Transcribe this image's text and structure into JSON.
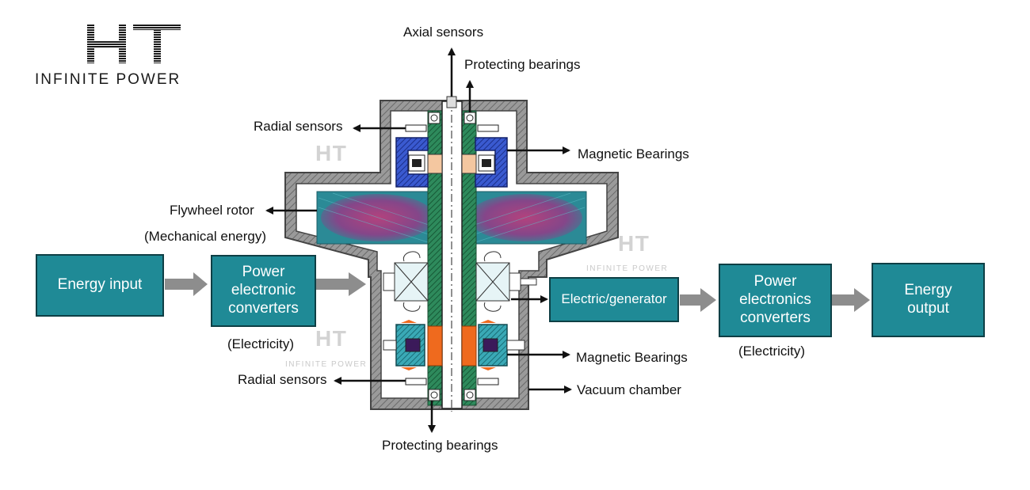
{
  "brand": {
    "logo_letters": "HT",
    "tagline": "INFINITE POWER"
  },
  "watermark": {
    "letters": "HT",
    "tagline": "INFINITE POWER"
  },
  "blocks": {
    "energy_input": "Energy input",
    "power_converters_in": [
      "Power",
      "electronic",
      "converters"
    ],
    "electric_generator": "Electric/generator",
    "power_converters_out": [
      "Power",
      "electronics",
      "converters"
    ],
    "energy_output": [
      "Energy",
      "output"
    ]
  },
  "labels": {
    "axial_sensors": "Axial sensors",
    "protecting_bearings_top": "Protecting bearings",
    "radial_sensors_top": "Radial sensors",
    "magnetic_bearings_top": "Magnetic Bearings",
    "flywheel_rotor": "Flywheel rotor",
    "mechanical_energy": "(Mechanical energy)",
    "electricity_left": "(Electricity)",
    "electricity_right": "(Electricity)",
    "magnetic_bearings_bottom": "Magnetic Bearings",
    "radial_sensors_bottom": "Radial sensors",
    "vacuum_chamber": "Vacuum chamber",
    "protecting_bearings_bottom": "Protecting bearings"
  },
  "colors": {
    "block_fill": "#1f8a96",
    "block_border": "#0e3f45",
    "housing": "#8a8a8a",
    "rotor_fill": "#2b8a96",
    "rotor_accent": "#b0336e",
    "magnet_blue": "#2f4fc4",
    "stator_teal": "#2a9aa8",
    "copper": "#ef6a1e",
    "shaft_green": "#2e8a5c",
    "flow_arrow": "#8d8d8d"
  }
}
